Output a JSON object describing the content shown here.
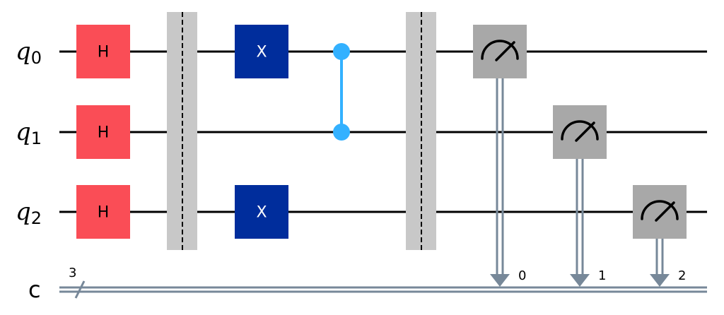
{
  "diagram": {
    "type": "quantum-circuit",
    "qubits": [
      {
        "name": "q",
        "index": "0"
      },
      {
        "name": "q",
        "index": "1"
      },
      {
        "name": "q",
        "index": "2"
      }
    ],
    "classical_register": {
      "name": "c",
      "size": "3"
    },
    "colors": {
      "h_gate": "#fa4d56",
      "x_gate": "#002d9c",
      "cz": "#33b1ff",
      "measure": "#a8a8a8",
      "barrier": "#c8c8c8",
      "classical_wire": "#778899",
      "wire": "#000000"
    },
    "gates": [
      {
        "type": "H",
        "label": "H",
        "qubit": 0,
        "col": 0
      },
      {
        "type": "H",
        "label": "H",
        "qubit": 1,
        "col": 0
      },
      {
        "type": "H",
        "label": "H",
        "qubit": 2,
        "col": 0
      },
      {
        "type": "X",
        "label": "X",
        "qubit": 0,
        "col": 2
      },
      {
        "type": "X",
        "label": "X",
        "qubit": 2,
        "col": 2
      }
    ],
    "controlled_z": {
      "qubits": [
        0,
        1
      ],
      "col": 3
    },
    "barriers": [
      {
        "col": 1
      },
      {
        "col": 4
      }
    ],
    "measurements": [
      {
        "qubit": 0,
        "clbit": "0",
        "col": 5
      },
      {
        "qubit": 1,
        "clbit": "1",
        "col": 6
      },
      {
        "qubit": 2,
        "clbit": "2",
        "col": 7
      }
    ]
  }
}
